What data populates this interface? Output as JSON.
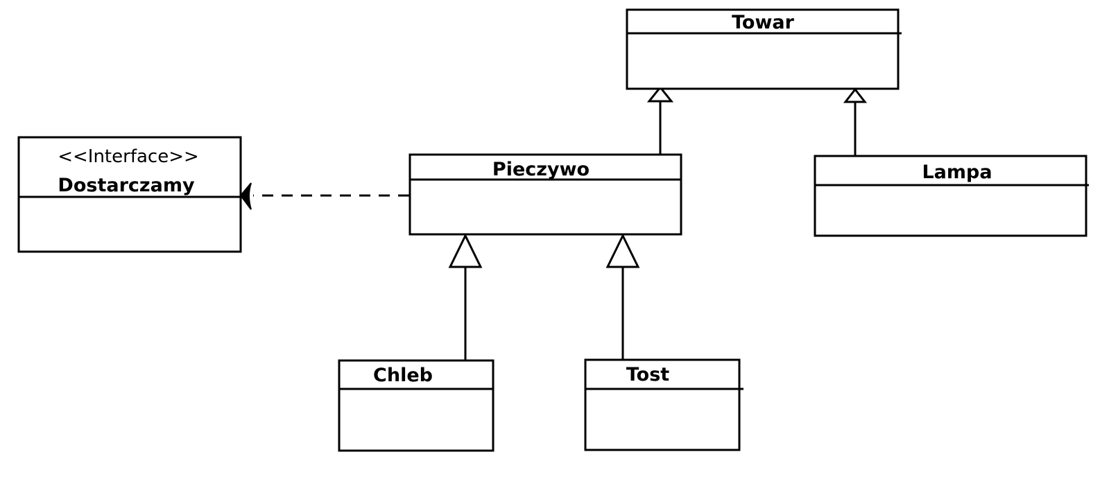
{
  "classes": {
    "towar": {
      "name": "Towar"
    },
    "pieczywo": {
      "name": "Pieczywo"
    },
    "lampa": {
      "name": "Lampa"
    },
    "dostarczamy": {
      "stereotype": "<<Interface>>",
      "name": "Dostarczamy"
    },
    "chleb": {
      "name": "Chleb"
    },
    "tost": {
      "name": "Tost"
    }
  },
  "relations": [
    {
      "from": "Pieczywo",
      "to": "Towar",
      "kind": "generalization"
    },
    {
      "from": "Lampa",
      "to": "Towar",
      "kind": "generalization"
    },
    {
      "from": "Chleb",
      "to": "Pieczywo",
      "kind": "generalization"
    },
    {
      "from": "Tost",
      "to": "Pieczywo",
      "kind": "generalization"
    },
    {
      "from": "Pieczywo",
      "to": "Dostarczamy",
      "kind": "realization"
    }
  ]
}
